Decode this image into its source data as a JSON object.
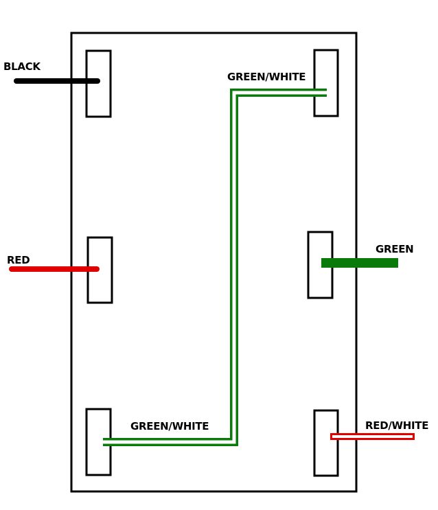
{
  "labels": {
    "black": "BLACK",
    "red": "RED",
    "green_white_top": "GREEN/WHITE",
    "green": "GREEN",
    "green_white_bottom": "GREEN/WHITE",
    "red_white": "RED/WHITE"
  },
  "colors": {
    "outline": "#000000",
    "black_wire": "#000000",
    "red_wire": "#e00000",
    "green_wire": "#0a7a0a",
    "stripe": "#ffffff",
    "background": "#ffffff"
  }
}
